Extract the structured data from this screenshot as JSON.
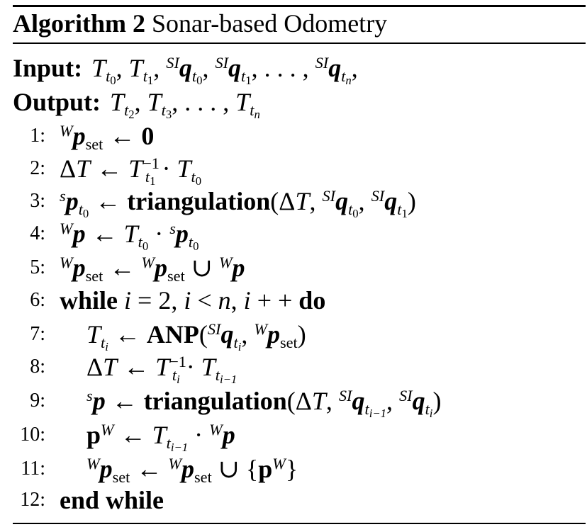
{
  "title": {
    "label": "Algorithm 2",
    "name": "Sonar-based Odometry"
  },
  "input": {
    "label": "Input:"
  },
  "output": {
    "label": "Output:"
  },
  "keywords": {
    "triangulation": "triangulation",
    "while": "while",
    "do": "do",
    "anp": "ANP",
    "end_while": "end while"
  },
  "line_numbers": [
    "1:",
    "2:",
    "3:",
    "4:",
    "5:",
    "6:",
    "7:",
    "8:",
    "9:",
    "10:",
    "11:",
    "12:"
  ]
}
